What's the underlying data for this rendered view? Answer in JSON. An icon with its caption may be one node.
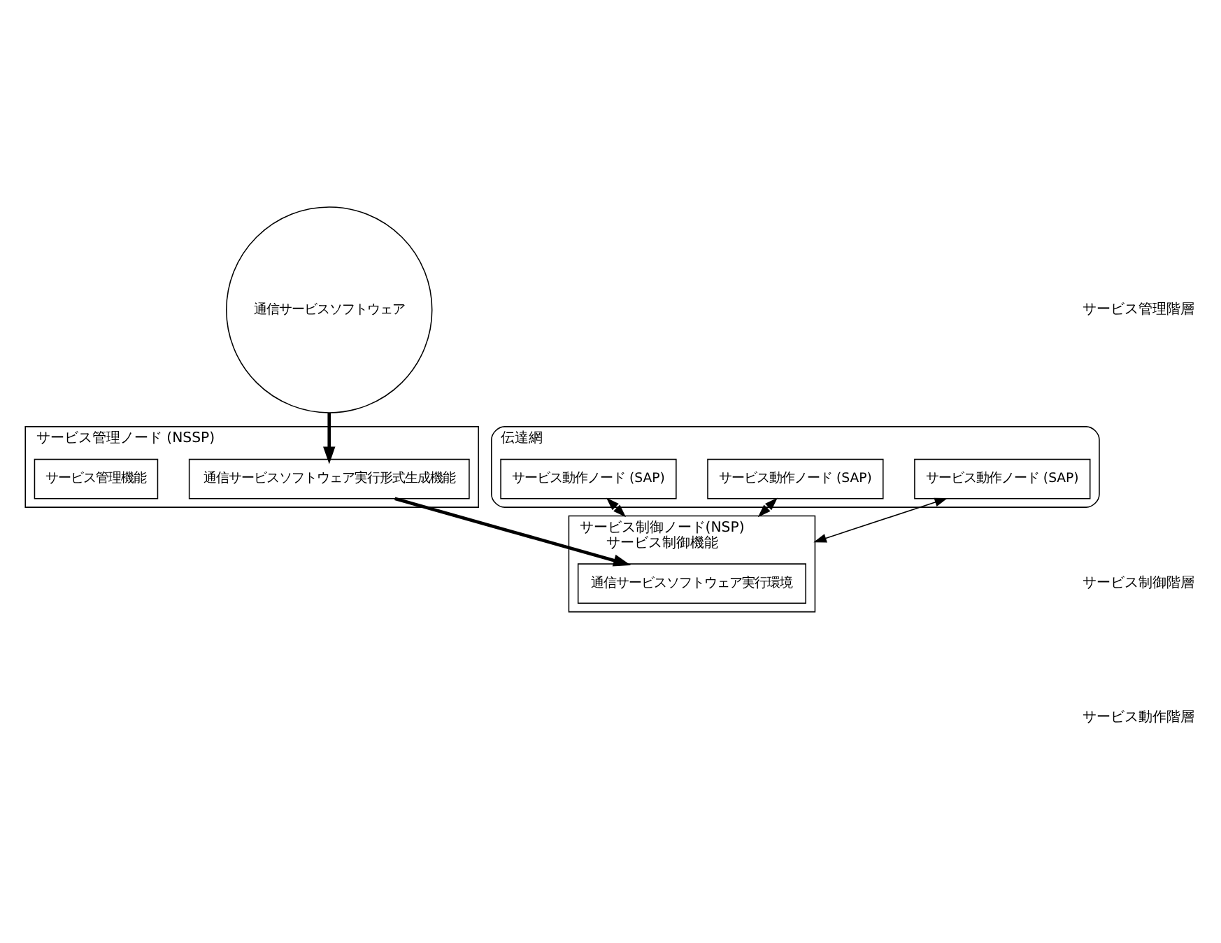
{
  "diagram": {
    "nodes": [
      {
        "text": [
          "通信サービスソフトウェア"
        ]
      },
      {
        "text": [
          "サービス管理ノード (NSSP)"
        ]
      },
      {
        "text": [
          "通信サービスソフトウェア実行形式生成機能"
        ],
        "in": 1
      },
      {
        "text": [
          "サービス管理機能"
        ],
        "in": 1
      },
      {
        "text": [
          "サービス制御ノード(NSP)",
          "サービス制御機能"
        ]
      },
      {
        "text": [
          "通信サービスソフトウェア実行環境"
        ],
        "in": 4
      },
      {
        "text": [
          "伝達網"
        ]
      },
      {
        "text": [
          "サービス動作ノード (SAP)"
        ],
        "in": 6
      },
      {
        "text": [
          "サービス動作ノード (SAP)"
        ],
        "in": 6
      },
      {
        "text": [
          "サービス動作ノード (SAP)"
        ],
        "in": 6
      }
    ],
    "edges": [
      {
        "from": 0,
        "to": 2,
        "arrow": "to",
        "style": "thick"
      },
      {
        "from": 2,
        "to": 5,
        "arrow": "to",
        "style": "thick"
      },
      {
        "from": 7,
        "to": 4,
        "arrow": "both"
      },
      {
        "from": 8,
        "to": 4,
        "arrow": "both"
      },
      {
        "from": 9,
        "to": 4,
        "arrow": "both"
      }
    ],
    "labels": [
      "サービス管理階層",
      "サービス制御階層",
      "サービス動作階層"
    ]
  }
}
